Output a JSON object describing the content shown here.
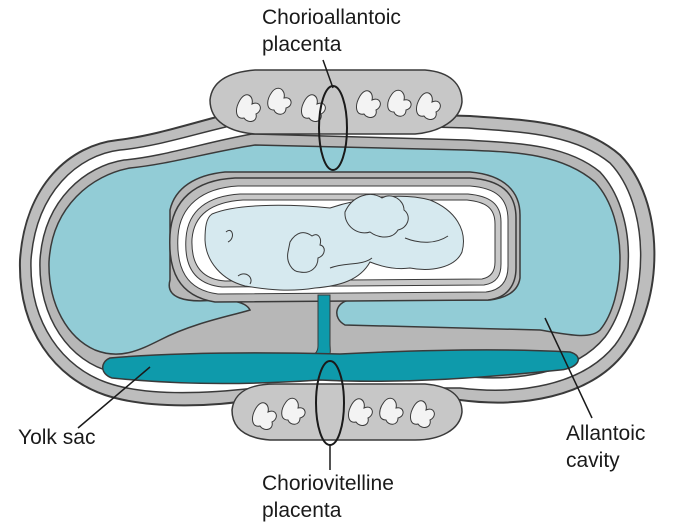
{
  "labels": {
    "chorioallantoic": {
      "line1": "Chorioallantoic",
      "line2": "placenta"
    },
    "choriovitelline": {
      "line1": "Choriovitelline",
      "line2": "placenta"
    },
    "yolk_sac": "Yolk sac",
    "allantoic_cavity": {
      "line1": "Allantoic",
      "line2": "cavity"
    }
  },
  "colors": {
    "membrane_gray": "#b9b9b9",
    "allantoic_fluid": "#92ccd6",
    "yolk_sac": "#0e9aab",
    "amniotic_fluid": "#cde3ea",
    "placenta_gray": "#c7c7c7",
    "outline": "#3a3a3a"
  }
}
